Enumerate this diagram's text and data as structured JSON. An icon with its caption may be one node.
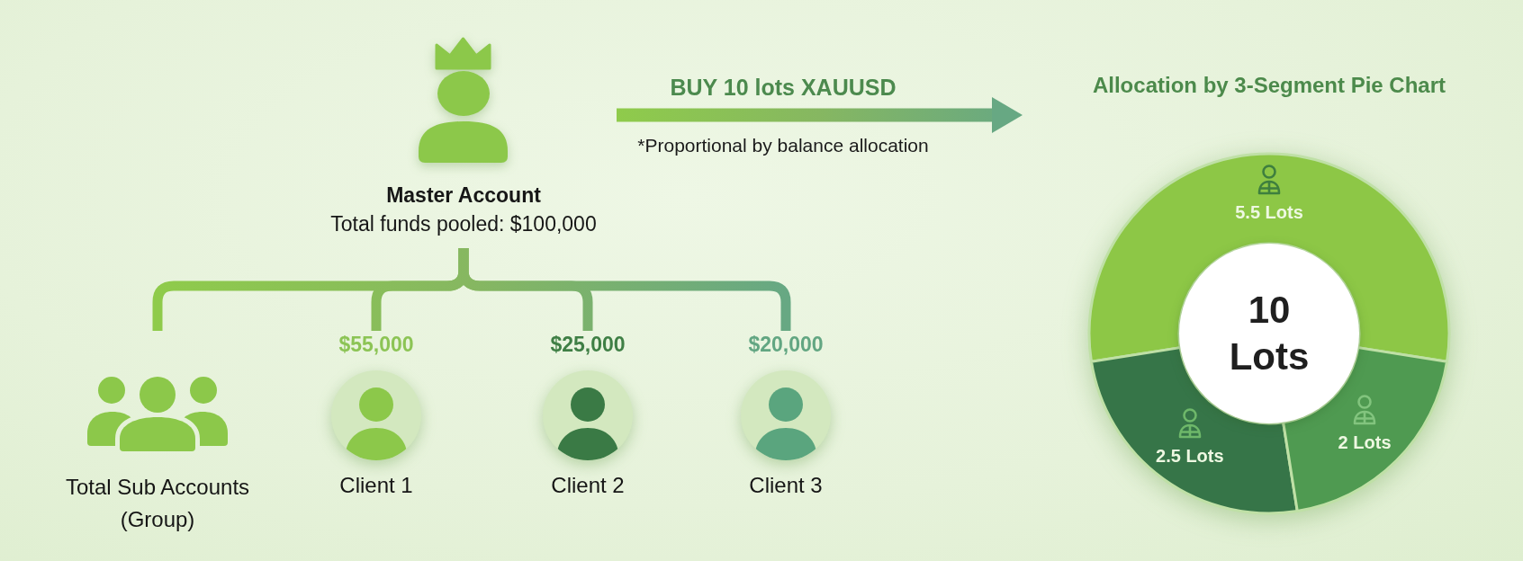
{
  "diagram": {
    "nodes": [
      {
        "text": [
          "Master Account",
          "Total funds pooled: $100,000"
        ]
      },
      {
        "text": [
          "Total Sub Accounts (Group)"
        ]
      },
      {
        "text": [
          "$55,000",
          "Client 1"
        ]
      },
      {
        "text": [
          "$25,000",
          "Client 2"
        ]
      },
      {
        "text": [
          "$20,000",
          "Client 3"
        ]
      },
      {
        "text": [
          "Allocation by 3-Segment Pie Chart"
        ]
      }
    ],
    "edges": [
      {
        "from": 0,
        "to": 5,
        "arrow": "to",
        "label": "BUY 10 lots XAUUSD"
      },
      {
        "from": 0,
        "to": 1,
        "arrow": "none"
      },
      {
        "from": 0,
        "to": 2,
        "arrow": "none"
      },
      {
        "from": 0,
        "to": 3,
        "arrow": "none"
      },
      {
        "from": 0,
        "to": 4,
        "arrow": "none"
      }
    ],
    "labels": [
      "*Proportional by balance allocation"
    ],
    "chart_data": {
      "type": "donut",
      "values": [
        5.5,
        2.5,
        2
      ],
      "value_labels": [
        "5.5 Lots",
        "2.5 Lots",
        "2 Lots"
      ],
      "annotations": [
        "10 Lots"
      ]
    }
  }
}
